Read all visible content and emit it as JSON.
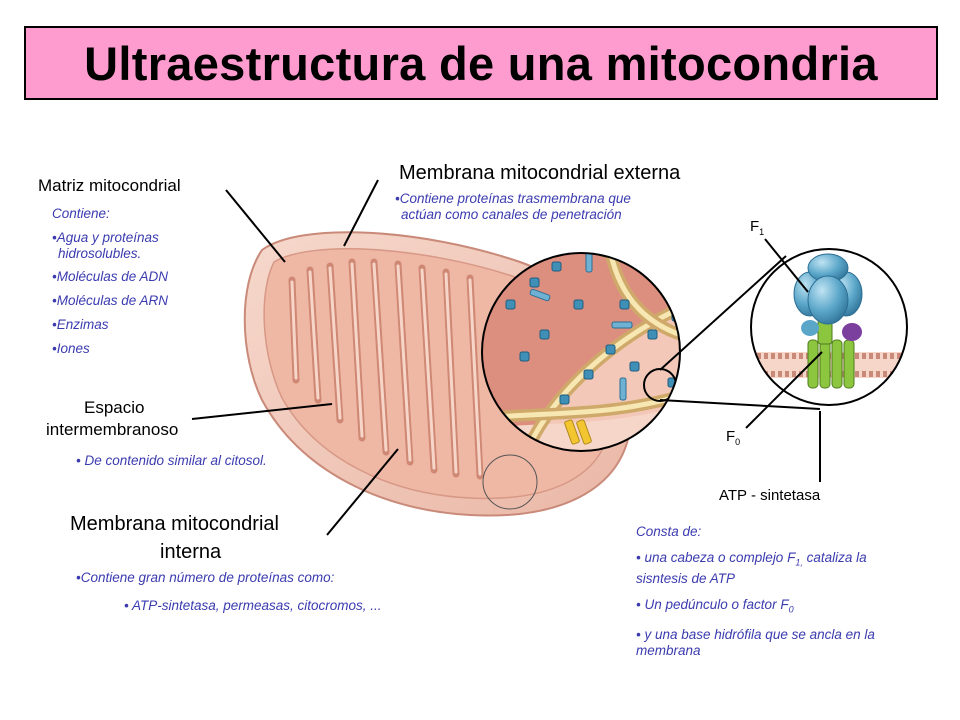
{
  "title": "Ultraestructura de una mitocondria",
  "matrix": {
    "label": "Matriz mitocondrial",
    "intro": "Contiene:",
    "items": [
      "•Agua y proteínas",
      "hidrosolubles.",
      "•Moléculas de ADN",
      "•Moléculas de ARN",
      "•Enzimas",
      "•Iones"
    ]
  },
  "outer_membrane": {
    "label": "Membrana mitocondrial externa",
    "note_line1": "•Contiene proteínas trasmembrana que",
    "note_line2": "actúan como canales de penetración"
  },
  "intermembrane": {
    "label_line1": "Espacio",
    "label_line2": "intermembranoso",
    "note": "• De contenido similar al citosol."
  },
  "inner_membrane": {
    "label_line1": "Membrana mitocondrial",
    "label_line2": "interna",
    "note_line1": "•Contiene gran número de proteínas como:",
    "note_line2": "• ATP-sintetasa, permeasas, citocromos, ..."
  },
  "atp_synthase": {
    "f1_main": "F",
    "f1_sub": "1",
    "f0_main": "F",
    "f0_sub": "0",
    "label": "ATP - sintetasa",
    "consta": "Consta de:",
    "item1_a": "• una cabeza o complejo F",
    "item1_sub": "1,",
    "item1_b": " cataliza la",
    "item1_line2": "sisntesis de ATP",
    "item2_a": "• Un pedúnculo o factor F",
    "item2_sub": "0",
    "item3_line1": "• y una base hidrófila que se ancla en la",
    "item3_line2": "membrana"
  },
  "colors": {
    "title_bg": "#ff9ccf",
    "note_text": "#3b3bb0",
    "membrane_pink": "#e8a393",
    "membrane_light": "#f6d6c8",
    "protein_blue": "#5aa6c9",
    "stalk_green": "#8cc63f",
    "purple": "#7b3f9e",
    "yellow": "#f2c531"
  }
}
